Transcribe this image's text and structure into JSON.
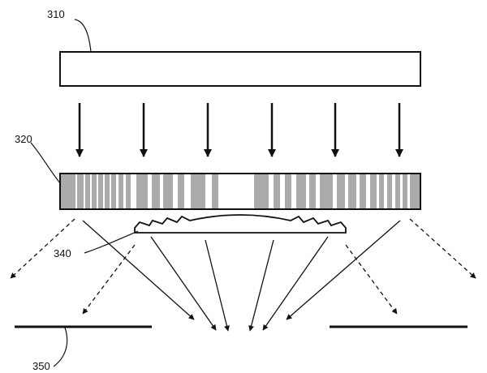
{
  "labels": {
    "source": "310",
    "mask": "320",
    "lens": "340",
    "target": "350"
  },
  "colors": {
    "ink": "#111111",
    "background": "#ffffff",
    "hatch": "#555555"
  },
  "icons": {
    "incident_arrow": "arrow-down-icon",
    "scattered_ray": "dashed-arrow-icon",
    "focused_ray": "solid-arrow-icon"
  }
}
